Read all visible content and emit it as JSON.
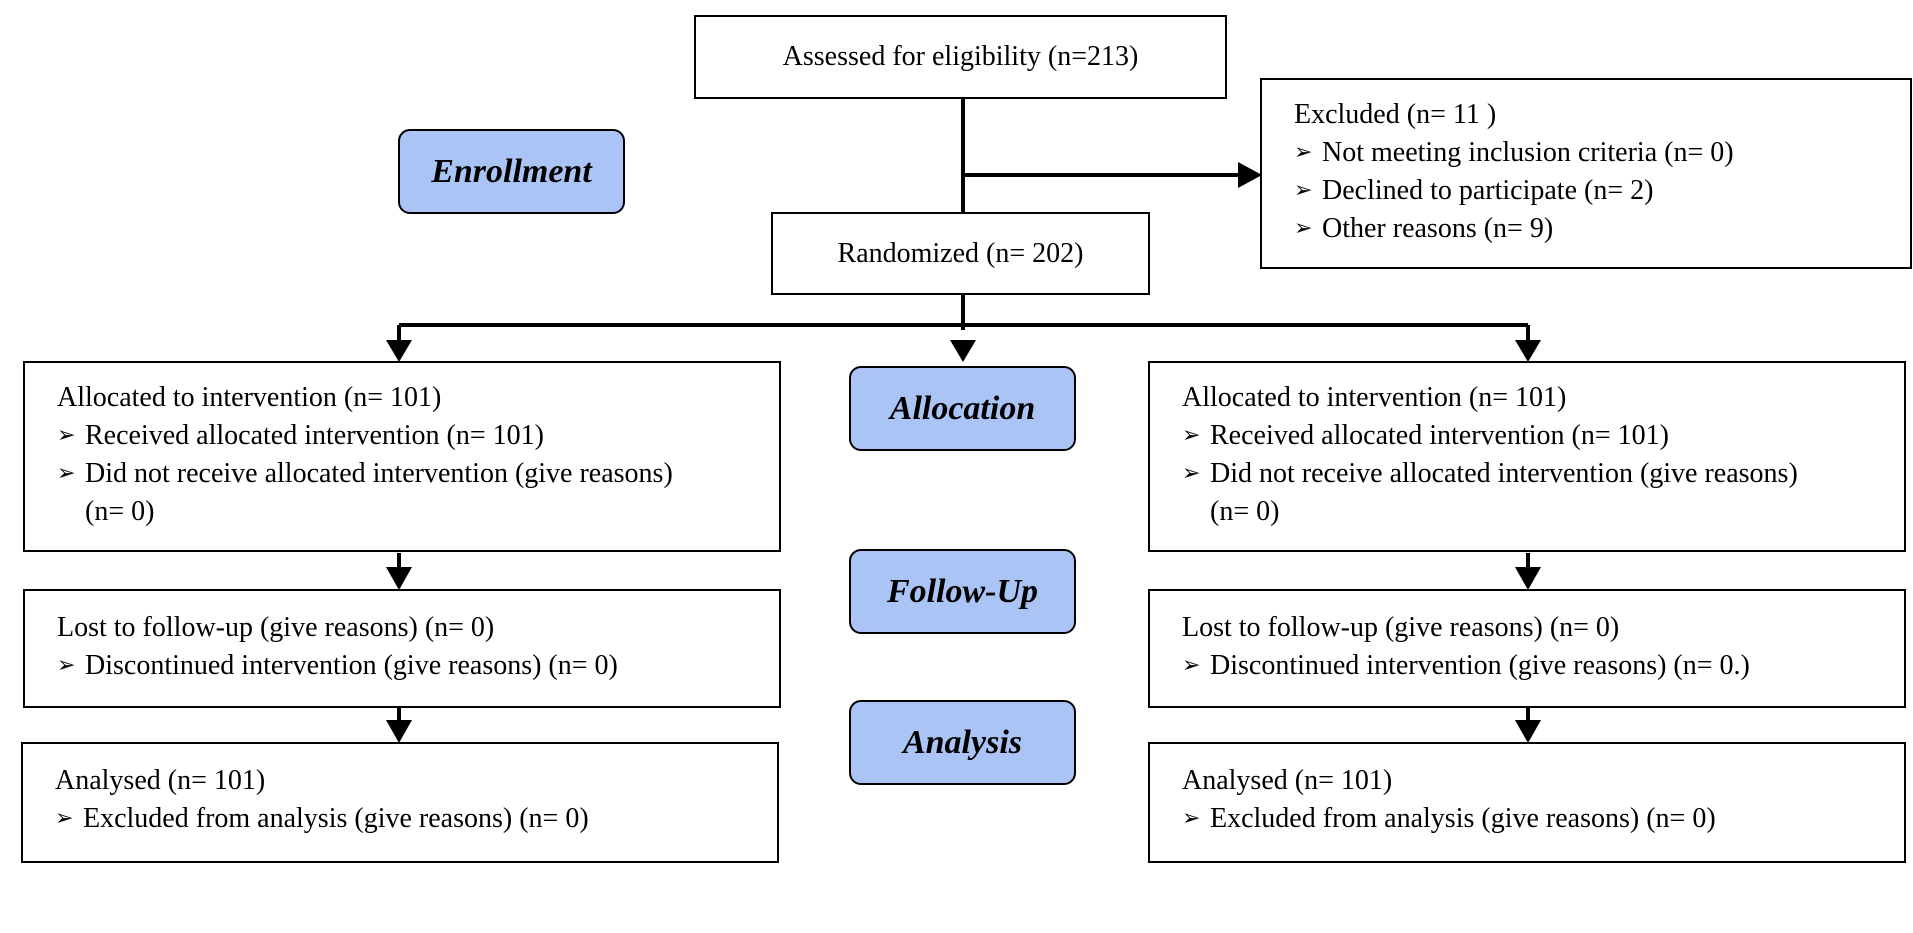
{
  "colors": {
    "phase_fill": "#a9c4f5",
    "line": "#000000",
    "box_fill": "#ffffff"
  },
  "phases": {
    "enrollment": "Enrollment",
    "allocation": "Allocation",
    "follow_up": "Follow-Up",
    "analysis": "Analysis"
  },
  "bullet_glyph": "➢",
  "assessed": {
    "text": "Assessed for eligibility (n=213)"
  },
  "excluded": {
    "title": "Excluded (n= 11 )",
    "items": [
      "Not meeting inclusion criteria (n= 0)",
      "Declined to participate (n= 2)",
      "Other reasons (n= 9)"
    ]
  },
  "randomized": {
    "text": "Randomized (n= 202)"
  },
  "left_arm": {
    "allocation": {
      "title": "Allocated to intervention (n= 101)",
      "items": [
        "Received allocated intervention (n= 101)",
        "Did not receive allocated intervention (give reasons) (n= 0)"
      ]
    },
    "follow_up": {
      "title": "Lost to follow-up (give reasons) (n= 0)",
      "items": [
        "Discontinued intervention (give reasons) (n= 0)"
      ]
    },
    "analysis": {
      "title": "Analysed (n= 101)",
      "items": [
        "Excluded from analysis (give reasons) (n= 0)"
      ]
    }
  },
  "right_arm": {
    "allocation": {
      "title": "Allocated to intervention (n= 101)",
      "items": [
        "Received allocated intervention (n= 101)",
        "Did not receive allocated intervention (give reasons) (n= 0)"
      ]
    },
    "follow_up": {
      "title": "Lost to follow-up (give reasons) (n= 0)",
      "items": [
        "Discontinued intervention (give reasons) (n= 0.)"
      ]
    },
    "analysis": {
      "title": "Analysed (n= 101)",
      "items": [
        "Excluded from analysis (give reasons) (n= 0)"
      ]
    }
  }
}
